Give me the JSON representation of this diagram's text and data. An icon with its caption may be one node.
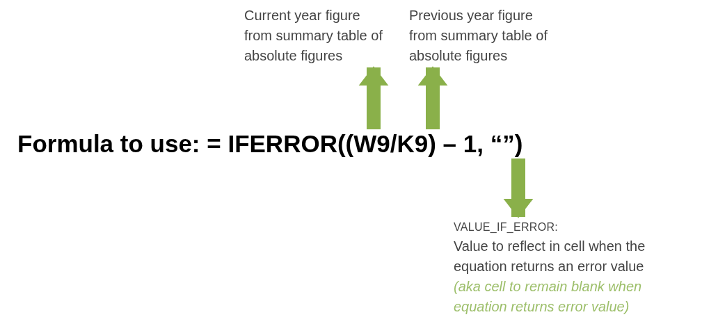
{
  "diagram": {
    "nodes": [
      {
        "text": [
          "Current year figure from summary table of absolute figures"
        ]
      },
      {
        "text": [
          "Previous year figure from summary table of absolute figures"
        ]
      },
      {
        "text": [
          "Formula to use: = IFERROR((W9/K9) – 1, “”)"
        ]
      },
      {
        "text": [
          "VALUE_IF_ERROR:",
          "Value to reflect in cell when the equation returns an error value",
          "(aka cell to remain blank when equation returns error value)"
        ]
      }
    ],
    "edges": [
      {
        "from": 2,
        "to": 0,
        "arrow": "to"
      },
      {
        "from": 2,
        "to": 1,
        "arrow": "to"
      },
      {
        "from": 2,
        "to": 3,
        "arrow": "to"
      }
    ]
  }
}
